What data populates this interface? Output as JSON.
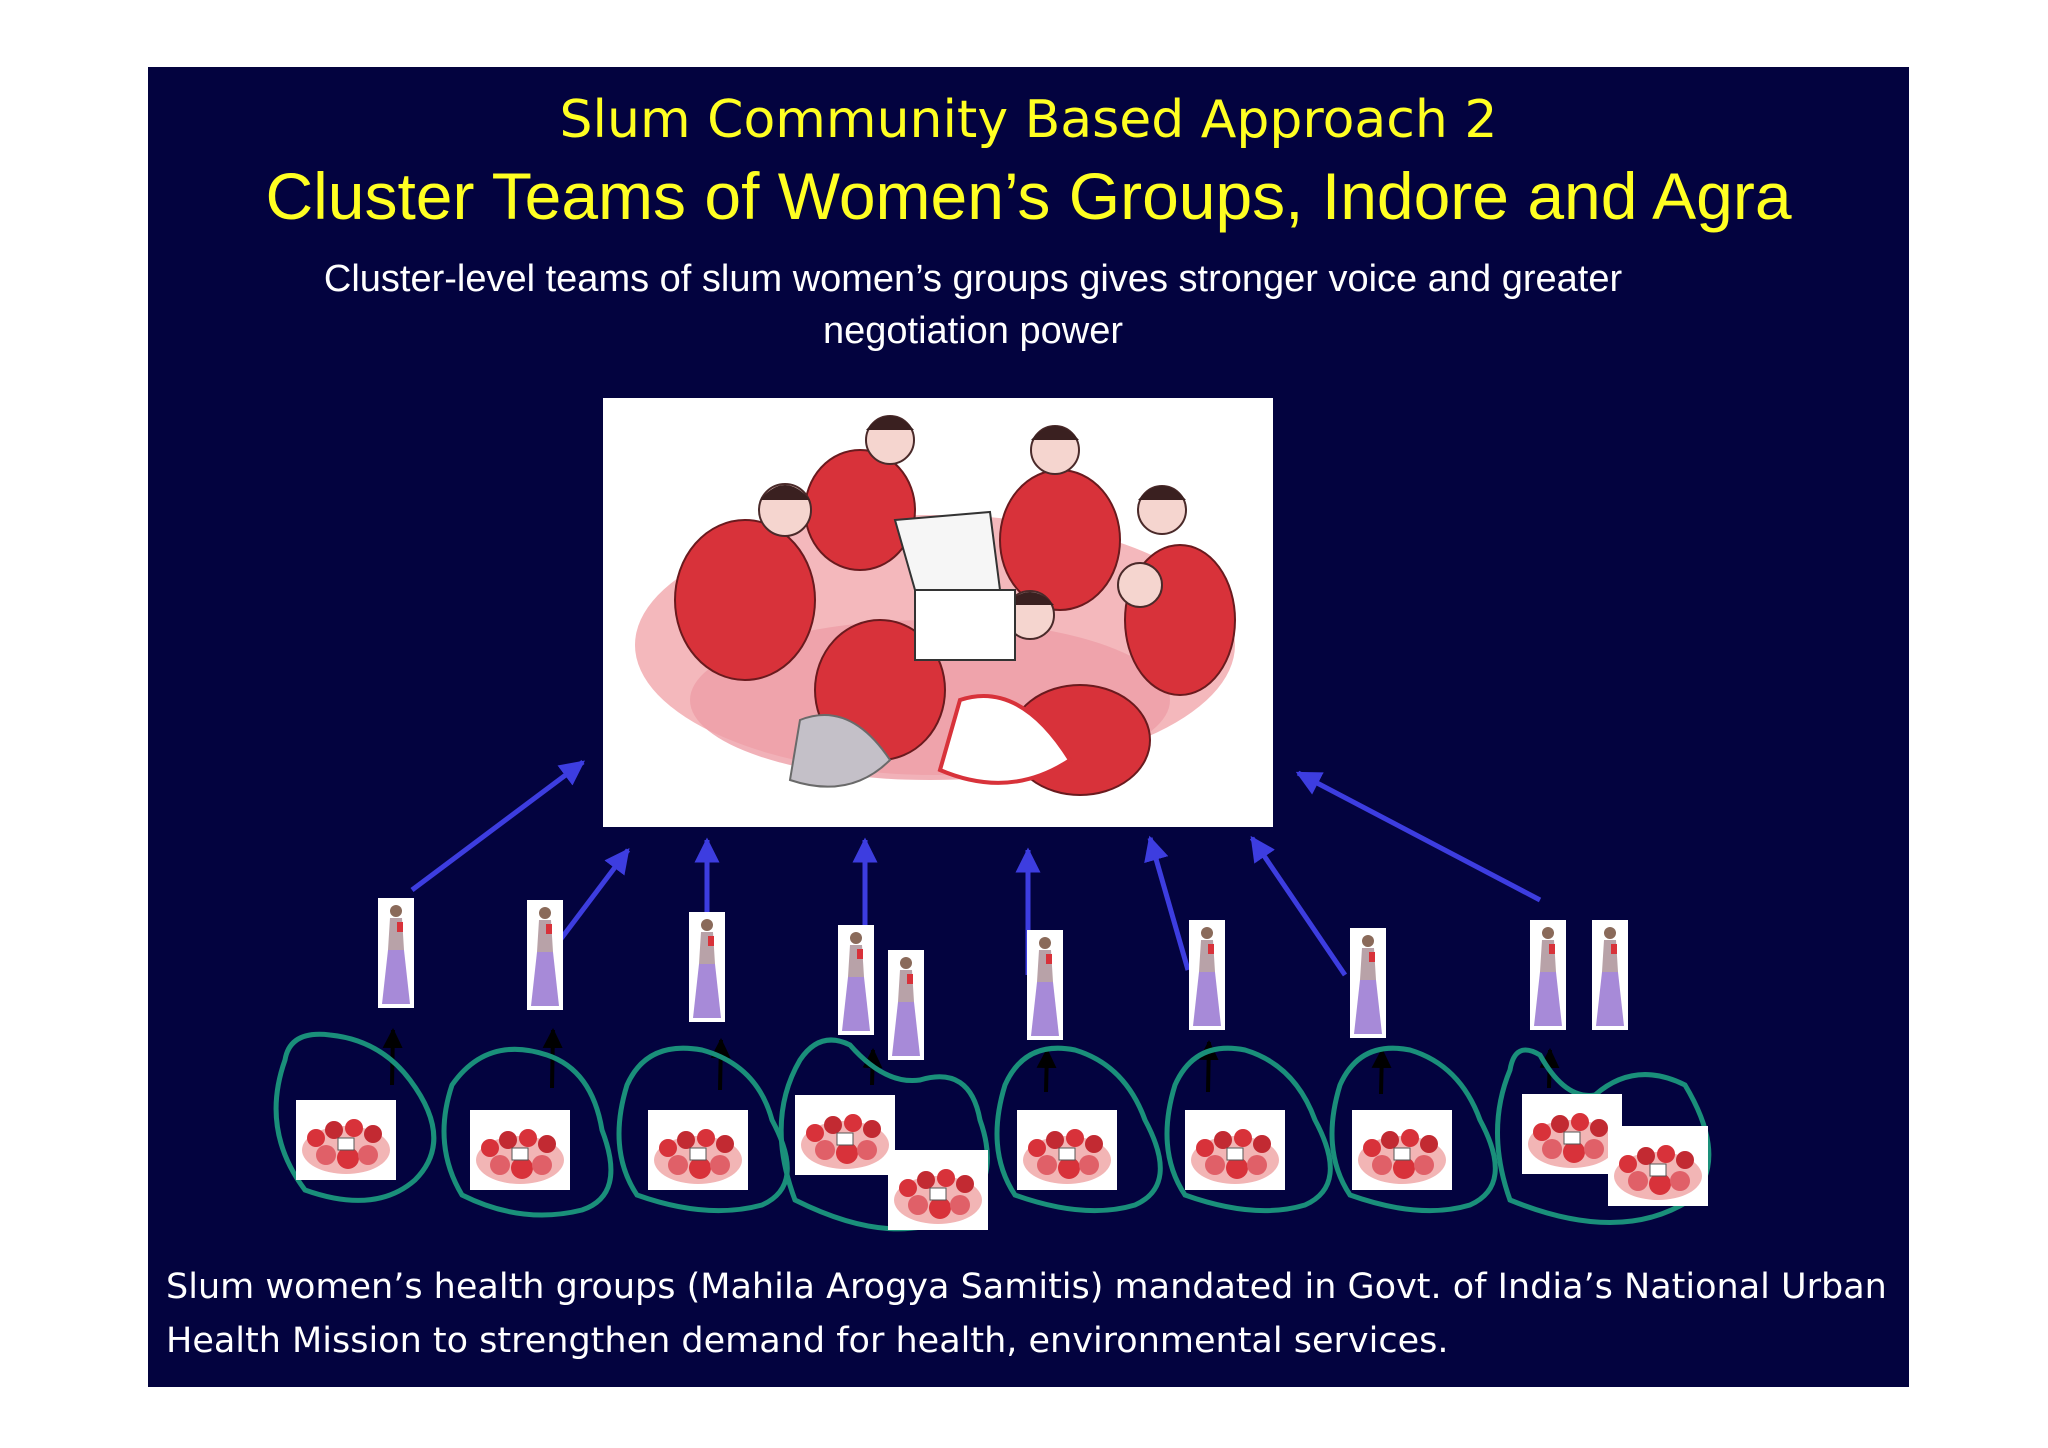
{
  "slide": {
    "title_line1": "Slum Community Based Approach 2",
    "title_line2": "Cluster Teams of Women’s Groups, Indore and Agra",
    "subtitle": "Cluster-level teams of slum women’s groups gives stronger voice and greater negotiation power",
    "footer": "Slum women’s health groups (Mahila Arogya Samitis) mandated in Govt. of India’s National Urban Health Mission to strengthen demand for health, environmental services."
  },
  "diagram": {
    "group_count": 8,
    "colors": {
      "background": "#03033f",
      "title": "#ffff22",
      "arrow": "#3d3de0",
      "cluster_outline": "#1a8f7a",
      "illustration_red": "#d8323a"
    }
  }
}
